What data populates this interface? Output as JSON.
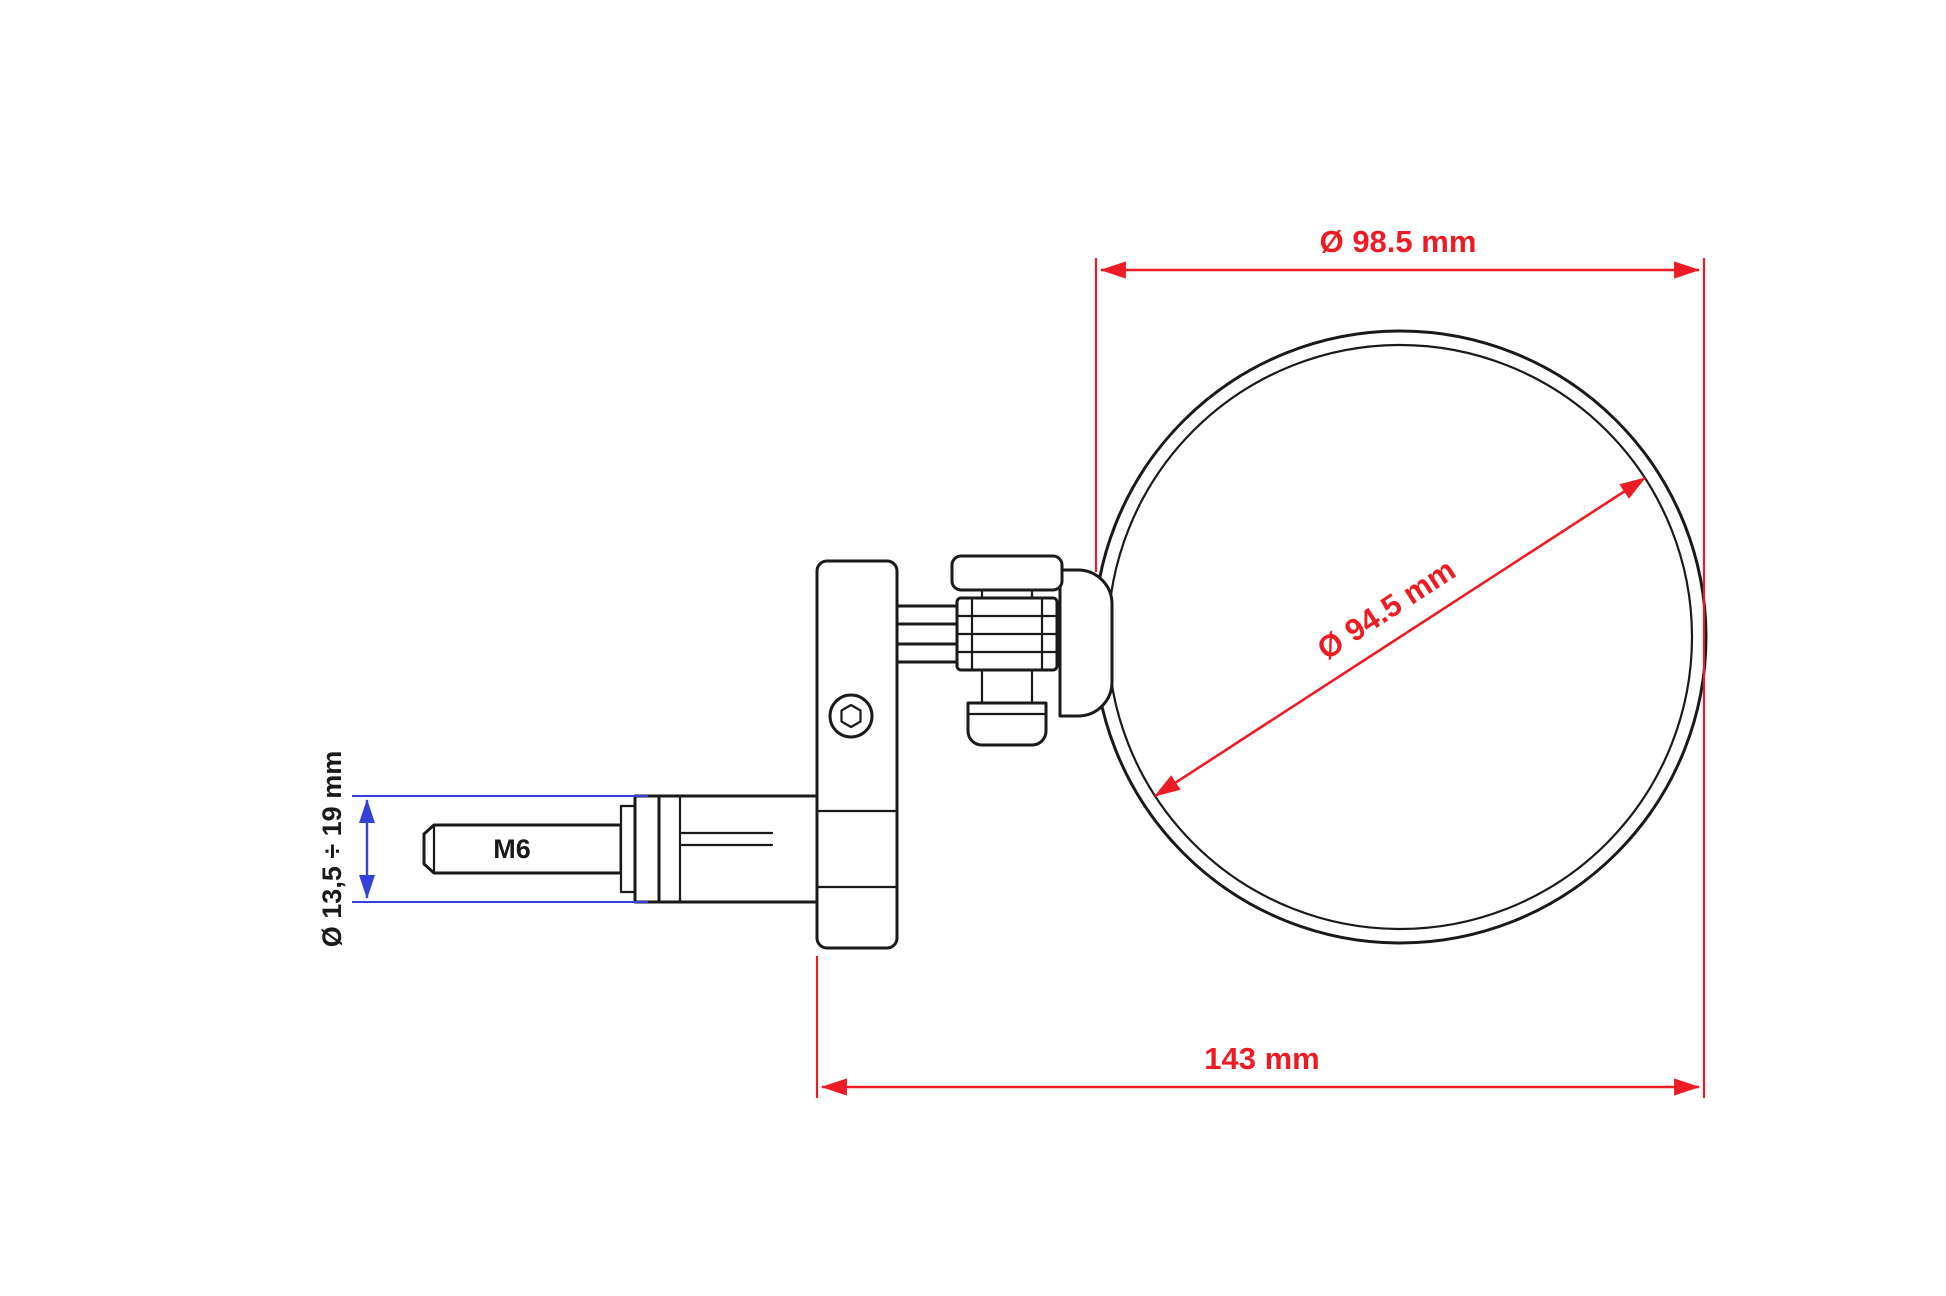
{
  "diagram": {
    "dimensions": {
      "outer_diameter": "Ø 98.5 mm",
      "mirror_diameter": "Ø 94.5 mm",
      "overall_width": "143 mm",
      "thread": "M6",
      "clamp_range": "Ø 13,5 ÷ 19 mm"
    },
    "colors": {
      "dimension_red": "#ed1c24",
      "dimension_blue": "#3442d9",
      "outline": "#1a1a1a",
      "background": "#ffffff"
    }
  }
}
